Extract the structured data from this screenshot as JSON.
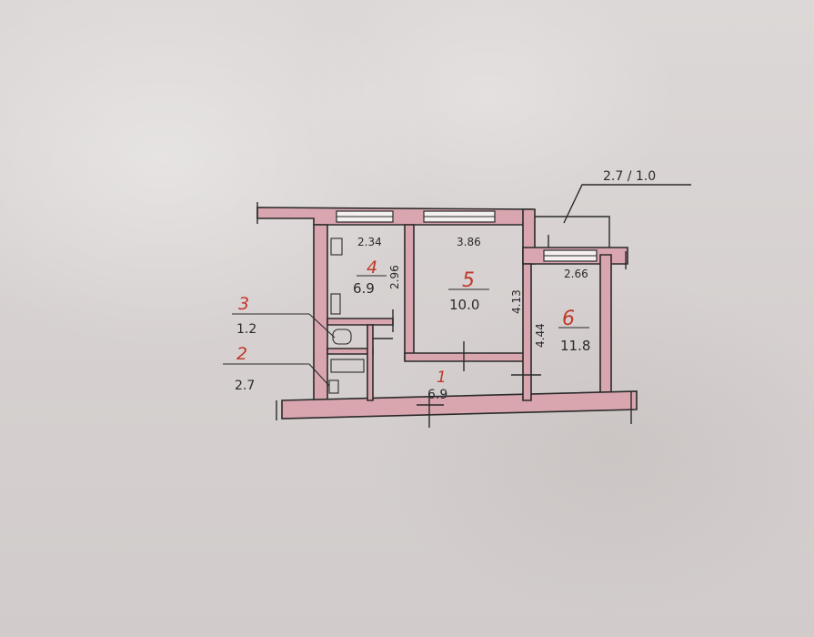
{
  "plan": {
    "balcony_label": "2.7 / 1.0",
    "rooms": [
      {
        "number": "1",
        "area": "6.9"
      },
      {
        "number": "2",
        "area": "2.7"
      },
      {
        "number": "3",
        "area": "1.2"
      },
      {
        "number": "4",
        "area": "6.9"
      },
      {
        "number": "5",
        "area": "10.0"
      },
      {
        "number": "6",
        "area": "11.8"
      }
    ],
    "dimensions": {
      "room4_width": "2.34",
      "room4_depth": "2.96",
      "room5_width": "3.86",
      "room5_depth": "4.13",
      "room6_width": "2.66",
      "room6_depth": "4.44"
    },
    "colors": {
      "wall_fill": "#d9a6b0",
      "ink": "#2a2a2a",
      "red_ink": "#c0392b"
    }
  }
}
